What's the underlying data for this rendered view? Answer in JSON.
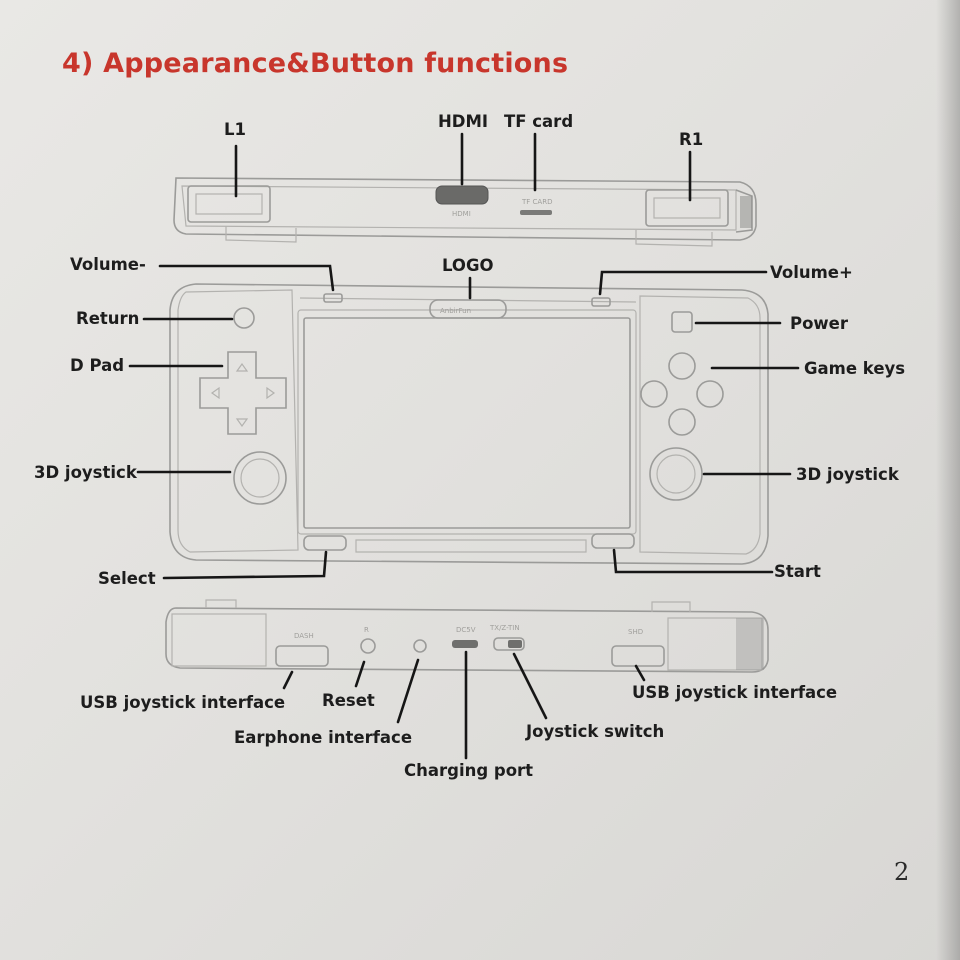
{
  "heading": "4) Appearance&Button functions",
  "page_number": "2",
  "top_view": {
    "l1": "L1",
    "hdmi": "HDMI",
    "tf_card": "TF card",
    "r1": "R1"
  },
  "front_view": {
    "volume_minus": "Volume-",
    "logo": "LOGO",
    "volume_plus": "Volume+",
    "return": "Return",
    "power": "Power",
    "d_pad": "D Pad",
    "game_keys": "Game keys",
    "joystick_left": "3D joystick",
    "joystick_right": "3D joystick",
    "select": "Select",
    "start": "Start"
  },
  "bottom_view": {
    "usb_left": "USB joystick interface",
    "reset": "Reset",
    "earphone": "Earphone interface",
    "charging": "Charging port",
    "joystick_switch": "Joystick switch",
    "usb_right": "USB joystick interface"
  },
  "colors": {
    "heading": "#c8362c",
    "label": "#1d1d1d",
    "device_outline": "#9b9b99"
  }
}
